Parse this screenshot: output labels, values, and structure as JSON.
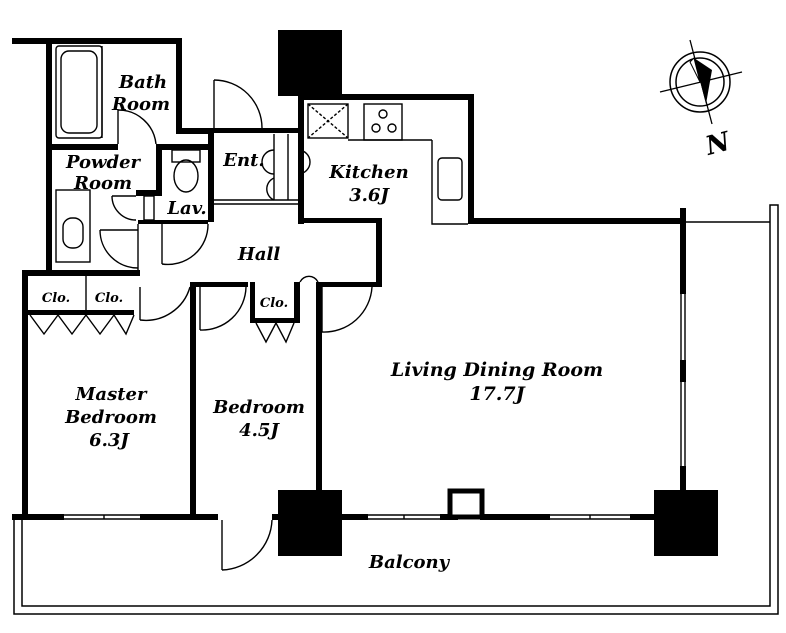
{
  "rooms": {
    "bath": [
      "Bath",
      "Room"
    ],
    "powder": [
      "Powder",
      "Room"
    ],
    "lav": "Lav.",
    "ent": "Ent.",
    "kitchen": [
      "Kitchen",
      "3.6J"
    ],
    "hall": "Hall",
    "clo_master_1": "Clo.",
    "clo_master_2": "Clo.",
    "clo_bedroom": "Clo.",
    "master_bedroom": [
      "Master",
      "Bedroom",
      "6.3J"
    ],
    "bedroom": [
      "Bedroom",
      "4.5J"
    ],
    "living": [
      "Living Dining Room",
      "17.7J"
    ],
    "balcony": "Balcony"
  },
  "compass": {
    "label": "N"
  }
}
